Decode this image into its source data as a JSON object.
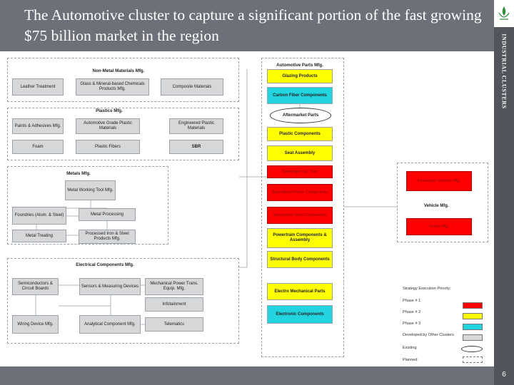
{
  "slide": {
    "title": "The Automotive cluster to capture a significant portion of the fast growing $75 billion market in the region",
    "side_label": "INDUSTRIAL CLUSTERS",
    "page_number": "6",
    "logo": "emblem-logo",
    "colors": {
      "header": "#6d7078",
      "sidebar": "#52555c",
      "yellow": "#ffff00",
      "red": "#ff0000",
      "cyan": "#22d4df",
      "grey_box": "#d5d7d9"
    }
  },
  "diagram": {
    "non_metal": {
      "heading": "Non-Metal Materials Mfg.",
      "items": [
        "Leather Treatment",
        "Glass & Mineral-based Chemicals Products Mfg.",
        "Composite Materials"
      ]
    },
    "plastics": {
      "heading": "Plastics Mfg.",
      "items": [
        "Paints & Adhesives Mfg.",
        "Automotive Grade Plastic Materials",
        "Engineered Plastic Materials",
        "Foam",
        "Plastic Fibers",
        "SBR"
      ]
    },
    "metals": {
      "heading": "Metals Mfg.",
      "items": [
        "Metal Working Tool Mfg.",
        "Foundries (Alum. & Steel)",
        "Metal Processing",
        "Metal Treating",
        "Processed Iron & Steel Products Mfg."
      ]
    },
    "electrical": {
      "heading": "Electrical Components Mfg.",
      "items": [
        "Semiconductors & Circuit Boards",
        "Sensors & Measuring Devices",
        "Mechanical Power Trans. Equip. Mfg.",
        "Infotainment",
        "Wiring Device Mfg.",
        "Analytical Component Mfg.",
        "Telematics"
      ]
    },
    "auto_parts": {
      "heading": "Automotive Parts Mfg.",
      "items": [
        "Glazing Products",
        "Carbon Fiber Components",
        "Aftermarket Parts",
        "Plastic Components",
        "Seat Assembly",
        "Passenger Car Tires",
        "Specialized Plastic Components",
        "Specialized Steel Components",
        "Powertrain Components & Assembly",
        "Structural Body Components",
        "Electro Mechanical Parts",
        "Electronic Components"
      ]
    },
    "vehicle": {
      "items": [
        "Passenger Vehicles Mfg.",
        "Vehicle Mfg.",
        "Trucks Mfg."
      ]
    },
    "legend": {
      "title": "Strategy Execution Priority:",
      "items": [
        "Phase # 1",
        "Phase # 2",
        "Phase # 3",
        "Developed by Other Clusters",
        "Existing",
        "Planned"
      ]
    }
  }
}
